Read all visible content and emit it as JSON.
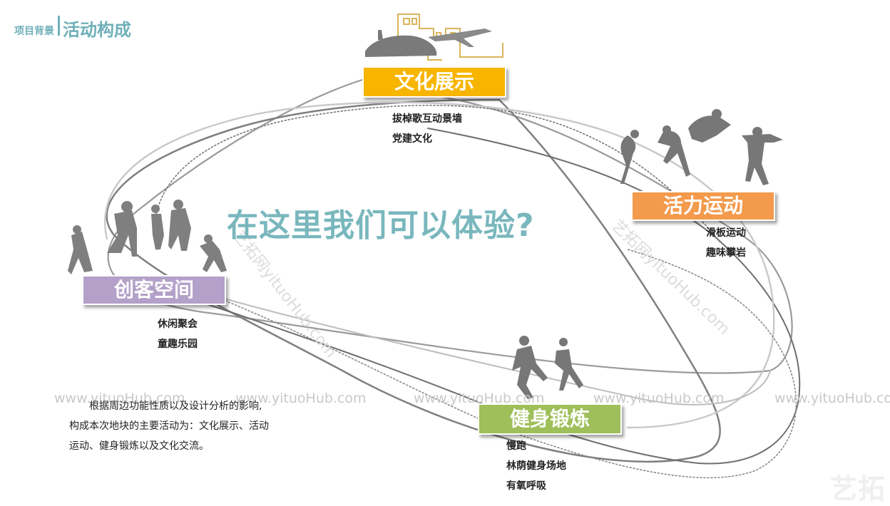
{
  "header": {
    "section": "项目背景",
    "title": "活动构成"
  },
  "question": "在这里我们可以体验?",
  "nodes": {
    "culture": {
      "label": "文化展示",
      "color": "#f7b500",
      "items": [
        "拔棹歌互动景墙",
        "党建文化"
      ]
    },
    "vitality": {
      "label": "活力运动",
      "color": "#f39a4c",
      "items": [
        "滑板运动",
        "趣味攀岩"
      ]
    },
    "maker": {
      "label": "创客空间",
      "color": "#b3a1c9",
      "items": [
        "休闲聚会",
        "童趣乐园"
      ]
    },
    "fitness": {
      "label": "健身锻炼",
      "color": "#9fbf5a",
      "items": [
        "慢跑",
        "林荫健身场地",
        "有氧呼吸"
      ]
    }
  },
  "description": {
    "line1": "根据周边功能性质以及设计分析的影响,",
    "line2": "构成本次地块的主要活动为：文化展示、活动",
    "line3": "运动、健身锻炼以及文化交流。"
  },
  "watermarks": {
    "url": "www.yituoHub.com",
    "diag": "艺拓网yituoHub.com",
    "logo": "艺拓"
  }
}
